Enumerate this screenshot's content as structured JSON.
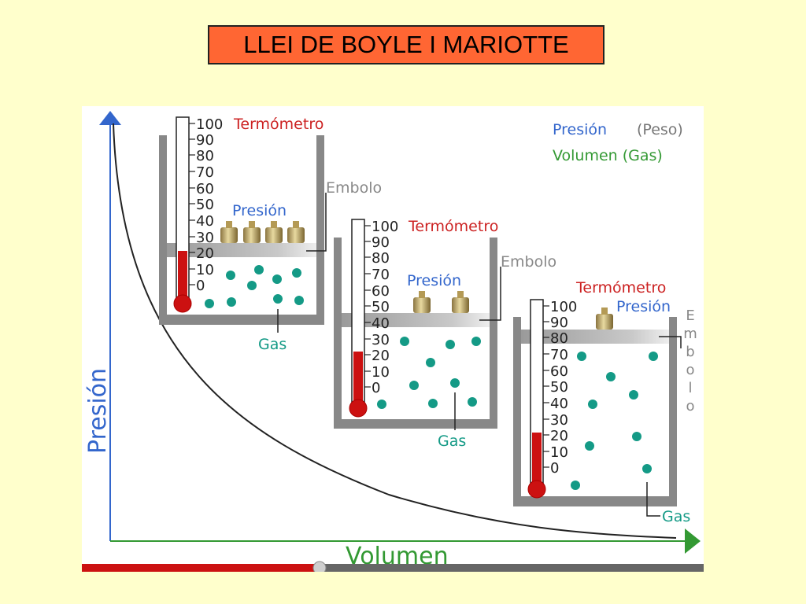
{
  "slide": {
    "title": "LLEI DE BOYLE I MARIOTTE"
  },
  "diagram": {
    "axis_y_label": "Presión",
    "axis_x_label": "Volumen",
    "legend": {
      "line1_left": "Presión",
      "line1_right": "(Peso)",
      "line2": "Volumen (Gas)"
    },
    "labels": {
      "thermometer": "Termómetro",
      "piston": "Embolo",
      "pressure": "Presión",
      "gas": "Gas"
    },
    "scale_ticks": [
      "100",
      "90",
      "80",
      "70",
      "60",
      "50",
      "40",
      "30",
      "20",
      "10",
      "0"
    ],
    "containers": [
      {
        "weights": 4
      },
      {
        "weights": 2
      },
      {
        "weights": 1
      }
    ]
  },
  "colors": {
    "background": "#ffffcc",
    "title_fill": "#ff6633",
    "pressure_text": "#3366cc",
    "volume_text": "#339933",
    "thermo_text": "#cc2222",
    "gas_particles": "#149a86",
    "container_wall": "#888888"
  }
}
